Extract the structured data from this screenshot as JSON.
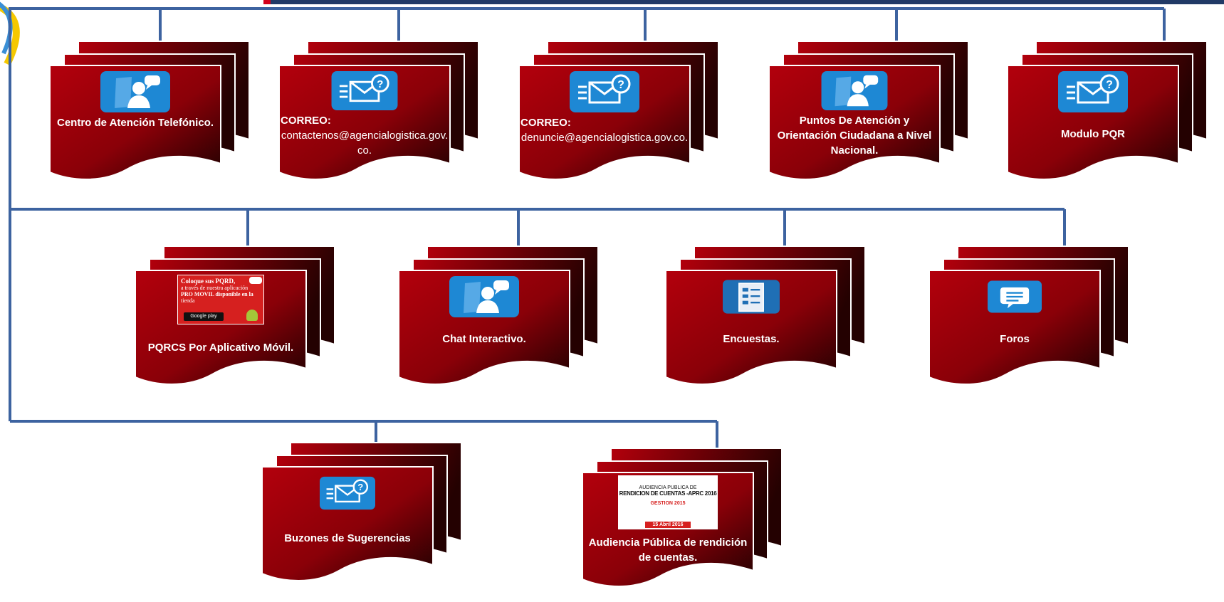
{
  "colors": {
    "card_dark": "#2a0202",
    "card_red": "#b3000c",
    "connector": "#3d63a0",
    "icon_blue": "#1e88d4"
  },
  "cards": [
    {
      "id": "centro",
      "label": "Centro de Atención Telefónico.",
      "icon": "user-chat-icon"
    },
    {
      "id": "correo1",
      "lead": "CORREO:",
      "email": "contactenos@agencialogistica.gov.co.",
      "icon": "mail-help-icon"
    },
    {
      "id": "correo2",
      "lead": "CORREO:",
      "email": "denuncie@agencialogistica.gov.co.",
      "icon": "mail-help-icon"
    },
    {
      "id": "puntos",
      "label": "Puntos De Atención y Orientación Ciudadana a Nivel Nacional.",
      "icon": "user-chat-icon"
    },
    {
      "id": "modulo",
      "label": "Modulo PQR",
      "icon": "mail-help-icon"
    },
    {
      "id": "pqrcs",
      "label": "PQRCS Por Aplicativo Móvil.",
      "icon": "app-promo-thumbnail",
      "promo": {
        "line1": "Coloque sus PQRD,",
        "line2": "a través de nuestra aplicación",
        "line3": "PRO MOVIL disponible en la",
        "line4": "tienda",
        "store": "Google play"
      }
    },
    {
      "id": "chat",
      "label": "Chat Interactivo.",
      "icon": "user-chat-icon"
    },
    {
      "id": "encuestas",
      "label": "Encuestas.",
      "icon": "survey-document-icon"
    },
    {
      "id": "foros",
      "label": "Foros",
      "icon": "chat-bubble-icon"
    },
    {
      "id": "buzones",
      "label": "Buzones de Sugerencias",
      "icon": "mail-help-icon"
    },
    {
      "id": "audiencia",
      "label": "Audiencia Pública de rendición de cuentas.",
      "icon": "audiencia-thumbnail",
      "thumb": {
        "line1": "AUDIENCIA PUBLICA DE",
        "line2": "RENDICION DE CUENTAS -APRC 2016",
        "line3": "GESTION 2015",
        "line4": "15 Abril 2016"
      }
    }
  ]
}
